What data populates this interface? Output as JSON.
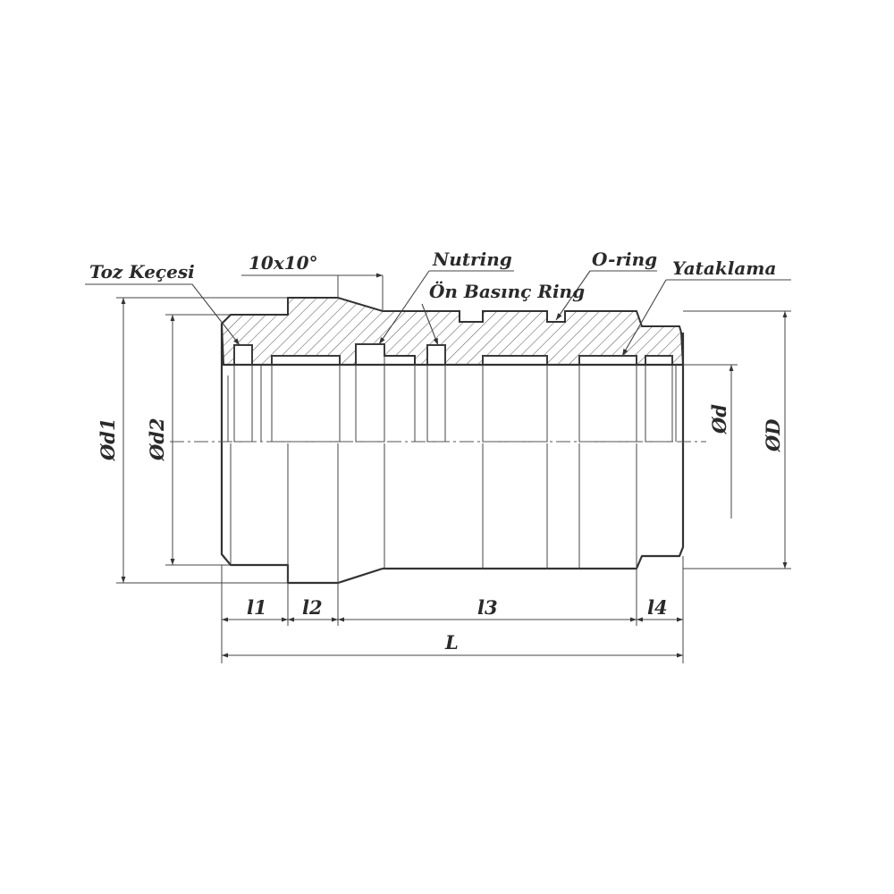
{
  "labels": {
    "toz_kecesi": "Toz Keçesi",
    "chamfer": "10x10°",
    "nutring": "Nutring",
    "on_basinc_ring": "Ön Basınç Ring",
    "o_ring": "O-ring",
    "yataklama": "Yataklama"
  },
  "dimensions": {
    "d1": "Ød1",
    "d2": "Ød2",
    "d": "Ød",
    "D": "ØD",
    "l1": "l1",
    "l2": "l2",
    "l3": "l3",
    "l4": "l4",
    "L": "L"
  },
  "colors": {
    "line": "#333333",
    "hatch": "#555555",
    "background": "#ffffff"
  }
}
